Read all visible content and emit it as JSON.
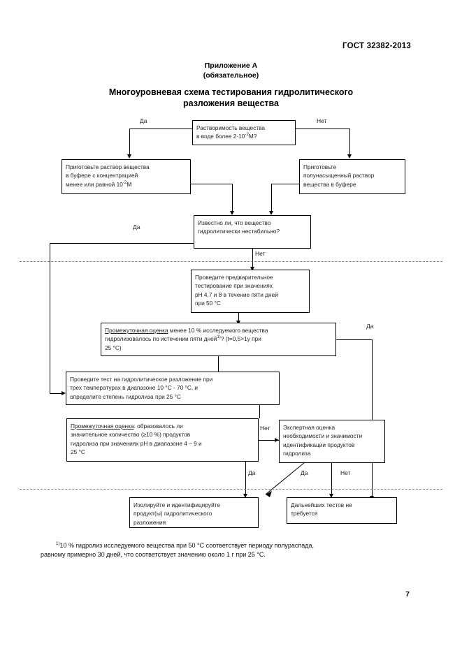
{
  "header": {
    "doc_code": "ГОСТ 32382-2013",
    "annex_label": "Приложение А",
    "annex_kind": "(обязательное)",
    "title": "Многоуровневая схема тестирования гидролитического разложения вещества"
  },
  "labels": {
    "yes": "Да",
    "no": "Нет"
  },
  "nodes": {
    "solubility": {
      "l1": "Растворимость вещества",
      "l2_a": "в воде более 2·10",
      "l2_sup": "-2",
      "l2_b": "М?"
    },
    "prepare_buffer": {
      "l1": "Приготовьте раствор вещества",
      "l2": "в буфере с концентрацией",
      "l3_a": "менее или равной 10",
      "l3_sup": "-2",
      "l3_b": "М"
    },
    "prepare_saturated": {
      "l1": "Приготовьте",
      "l2": "полунасыщенный раствор",
      "l3": "вещества в буфере"
    },
    "known_unstable": {
      "l1": "Известно ли, что вещество",
      "l2": "гидролитически нестабильно?"
    },
    "preliminary_test": {
      "l1": "Проведите предварительное",
      "l2": "тестирование при значениях",
      "l3": "pH 4,7 и 8 в течение пяти дней",
      "l4": "при 50 °С"
    },
    "interim_1": {
      "underlined": "Промежуточная оценка",
      "l1_rest": "  менее 10 % исследуемого вещества",
      "l2_a": "гидролизовалось по истечении пяти дней",
      "l2_sup": "1)",
      "l2_b": "? (t=0,5>1y при",
      "l3": "25 °С)"
    },
    "hydrolysis_test": {
      "l1": "Проведите тест на гидролитическое разложение при",
      "l2": "трех температурах в диапазоне 10 °С - 70 °С, и",
      "l3": "определите степень гидролиза при    25 °С"
    },
    "interim_2": {
      "underlined": "Промежуточная оценка",
      "l1_rest": ": образовалось ли",
      "l2": "значительное количество (≥10 %) продуктов",
      "l3": "гидролиза при значениях pH в диапазоне 4 – 9 и",
      "l4": "25 °С"
    },
    "expert_eval": {
      "l1": "Экспертная оценка",
      "l2": "необходимости и значимости",
      "l3": "идентификации продуктов",
      "l4": "гидролиза"
    },
    "isolate_identify": {
      "l1": "Изолируйте и идентифицируйте",
      "l2": "продукт(ы) гидролитического",
      "l3": "разложения"
    },
    "no_further": {
      "l1": "Дальнейших тестов не",
      "l2": "требуется"
    }
  },
  "footer": {
    "fn_sup": "1)",
    "fn_line1": "10 % гидролиз исследуемого вещества при 50 °С соответствует периоду полураспада,",
    "fn_line2": "равному примерно 30 дней, что соответствует значению около 1 г при 25 °С.",
    "page_number": "7"
  }
}
